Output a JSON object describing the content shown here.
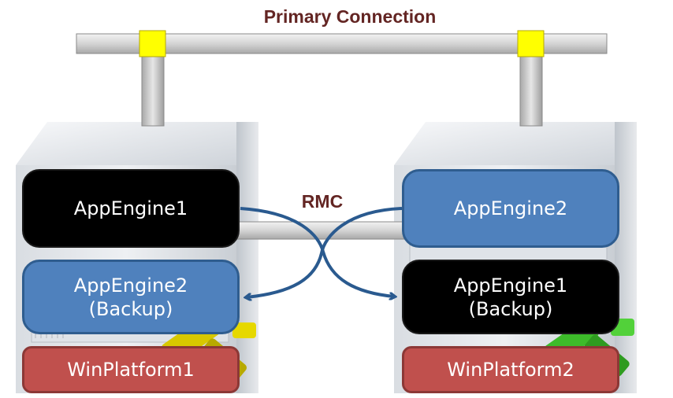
{
  "title": "Primary Connection",
  "rmc_label": "RMC",
  "left_node": {
    "engine": "AppEngine1",
    "backup_line1": "AppEngine2",
    "backup_line2": "(Backup)",
    "platform": "WinPlatform1"
  },
  "right_node": {
    "engine": "AppEngine2",
    "backup_line1": "AppEngine1",
    "backup_line2": "(Backup)",
    "platform": "WinPlatform2"
  },
  "colors": {
    "active_engine": "#000000",
    "standby_engine": "#4f81bd",
    "platform": "#c0504d",
    "label_text": "#632523",
    "arrow": "#2a5a8f",
    "connector": "#ffff00"
  }
}
